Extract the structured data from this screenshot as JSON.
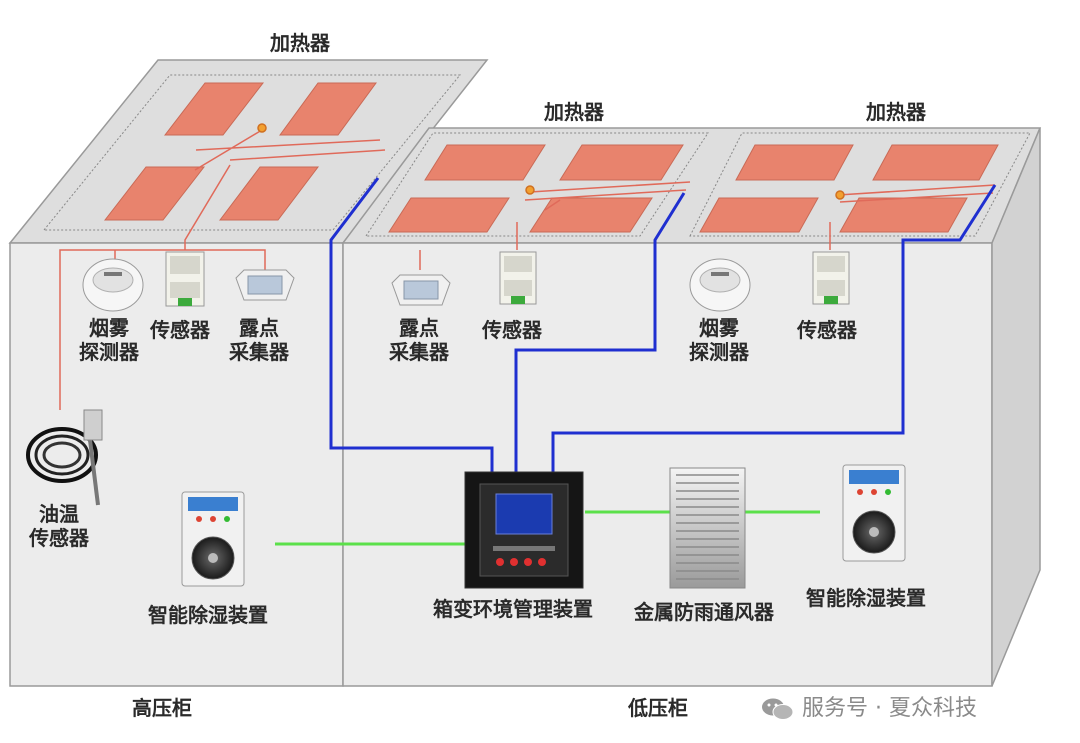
{
  "cabinets": {
    "high_voltage": "高压柜",
    "low_voltage": "低压柜"
  },
  "heaters": {
    "left": "加热器",
    "middle": "加热器",
    "right": "加热器"
  },
  "high_voltage_devices": {
    "smoke_detector": [
      "烟雾",
      "探测器"
    ],
    "sensor": "传感器",
    "dew_point_collector": [
      "露点",
      "采集器"
    ],
    "oil_temp_sensor": [
      "油温",
      "传感器"
    ],
    "dehumidifier": "智能除湿装置"
  },
  "low_voltage_devices": {
    "dew_point_collector": [
      "露点",
      "采集器"
    ],
    "sensor_middle": "传感器",
    "smoke_detector": [
      "烟雾",
      "探测器"
    ],
    "sensor_right": "传感器",
    "controller": "箱变环境管理装置",
    "ventilator": "金属防雨通风器",
    "dehumidifier": "智能除湿装置"
  },
  "watermark": "服务号 · 夏众科技",
  "colors": {
    "cabinet_face": "#ebebeb",
    "cabinet_top": "#dcdcdc",
    "heater_pad": "#e8836d",
    "signal_wire": "#1f2fd0",
    "power_wire": "#5be04a",
    "sensor_wire": "#e06a5a"
  }
}
